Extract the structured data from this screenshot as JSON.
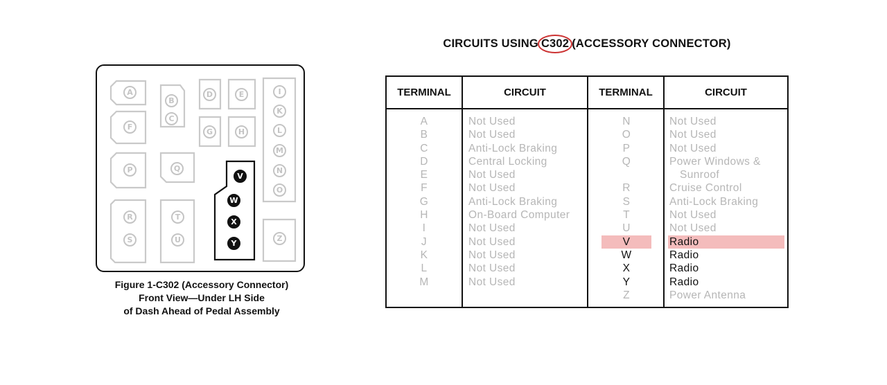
{
  "figure": {
    "pins": {
      "A": "A",
      "B": "B",
      "C": "C",
      "D": "D",
      "E": "E",
      "F": "F",
      "G": "G",
      "H": "H",
      "I": "I",
      "K": "K",
      "L": "L",
      "M": "M",
      "N": "N",
      "O": "O",
      "P": "P",
      "Q": "Q",
      "R": "R",
      "S": "S",
      "T": "T",
      "U": "U",
      "V": "V",
      "W": "W",
      "X": "X",
      "Y": "Y",
      "Z": "Z"
    },
    "caption": {
      "line1": "Figure 1-C302 (Accessory Connector)",
      "line2": "Front View—Under LH Side",
      "line3": "of Dash Ahead of Pedal Assembly"
    }
  },
  "title": {
    "prefix": "CIRCUITS USING",
    "connector": "C302",
    "suffix": "(ACCESSORY CONNECTOR)"
  },
  "table": {
    "headers": [
      "TERMINAL",
      "CIRCUIT",
      "TERMINAL",
      "CIRCUIT"
    ],
    "left": [
      {
        "terminal": "A",
        "circuit": "Not Used"
      },
      {
        "terminal": "B",
        "circuit": "Not Used"
      },
      {
        "terminal": "C",
        "circuit": "Anti-Lock Braking"
      },
      {
        "terminal": "D",
        "circuit": "Central Locking"
      },
      {
        "terminal": "E",
        "circuit": "Not Used"
      },
      {
        "terminal": "F",
        "circuit": "Not Used"
      },
      {
        "terminal": "G",
        "circuit": "Anti-Lock Braking"
      },
      {
        "terminal": "H",
        "circuit": "On-Board Computer"
      },
      {
        "terminal": "I",
        "circuit": "Not Used"
      },
      {
        "terminal": "J",
        "circuit": "Not Used"
      },
      {
        "terminal": "K",
        "circuit": "Not Used"
      },
      {
        "terminal": "L",
        "circuit": "Not Used"
      },
      {
        "terminal": "M",
        "circuit": "Not Used"
      }
    ],
    "right": [
      {
        "terminal": "N",
        "circuit": "Not Used"
      },
      {
        "terminal": "O",
        "circuit": "Not Used"
      },
      {
        "terminal": "P",
        "circuit": "Not Used"
      },
      {
        "terminal": "Q",
        "circuit": "Power Windows &"
      },
      {
        "terminal": "",
        "circuit": "Sunroof"
      },
      {
        "terminal": "R",
        "circuit": "Cruise Control"
      },
      {
        "terminal": "S",
        "circuit": "Anti-Lock Braking"
      },
      {
        "terminal": "T",
        "circuit": "Not Used"
      },
      {
        "terminal": "U",
        "circuit": "Not Used"
      },
      {
        "terminal": "V",
        "circuit": "Radio"
      },
      {
        "terminal": "W",
        "circuit": "Radio"
      },
      {
        "terminal": "X",
        "circuit": "Radio"
      },
      {
        "terminal": "Y",
        "circuit": "Radio"
      },
      {
        "terminal": "Z",
        "circuit": "Power Antenna"
      }
    ]
  },
  "colors": {
    "highlight": "#f4bcbc",
    "circle": "#cc3333",
    "faded_text": "#b6b6b6",
    "dark_text": "#111111"
  }
}
